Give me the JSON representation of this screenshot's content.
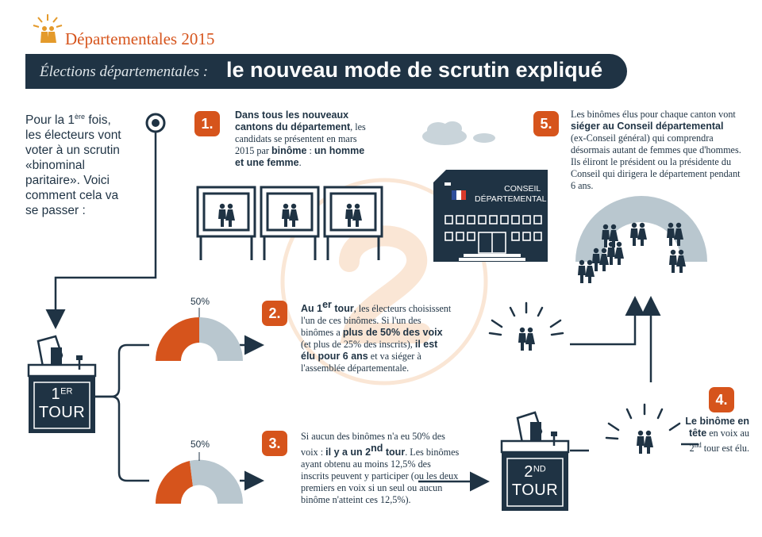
{
  "header": {
    "brand_name": "Départementales 2015",
    "title_italic": "Élections départementales :",
    "title_bold": "le nouveau mode de scrutin expliqué"
  },
  "intro": {
    "line1_a": "Pour la 1",
    "line1_sup": "ère",
    "line1_b": " fois,",
    "rest": "les électeurs vont voter à un scrutin «binominal paritaire». Voici comment cela va se passer :"
  },
  "steps": {
    "s1": {
      "num": "1.",
      "bold1": "Dans tous les nouveaux cantons du département",
      "plain1": ", les candidats se présentent en mars 2015 par ",
      "bold2": "binôme",
      "plain2": " : ",
      "bold3": "un homme et une femme",
      "plain3": "."
    },
    "s2": {
      "num": "2.",
      "bold1": "Au 1",
      "sup1": "er",
      "bold1b": " tour",
      "plain1": ", les électeurs choisissent l'un de ces binômes. Si l'un des binômes a ",
      "bold2": "plus de 50% des voix",
      "plain2": " (et plus de 25% des inscrits), ",
      "bold3": "il est élu pour 6 ans",
      "plain3": " et va siéger à l'assemblée départementale."
    },
    "s3": {
      "num": "3.",
      "plain1": "Si aucun des binômes n'a eu 50% des voix : ",
      "bold1": " il y a un 2",
      "sup1": "nd",
      "bold1b": " tour",
      "plain2": ". Les binômes ayant obtenu au moins 12,5% des inscrits peuvent y participer (ou les deux premiers en voix si un seul ou aucun binôme n'atteint ces 12,5%)."
    },
    "s4": {
      "num": "4.",
      "bold1": "Le binôme en tête",
      "plain1": " en voix au 2",
      "sup1": "nd",
      "plain2": " tour est élu."
    },
    "s5": {
      "num": "5.",
      "plain1": "Les binômes élus pour chaque canton vont ",
      "bold1": "siéger au Conseil départemental",
      "plain2": " (ex-Conseil général) qui comprendra désormais autant de femmes que d'hommes. Ils éliront le président ou la présidente du Conseil qui dirigera le département pendant 6 ans."
    }
  },
  "building": {
    "line1": "CONSEIL",
    "line2": "DÉPARTEMENTAL"
  },
  "tour1": {
    "num": "1",
    "sup": "ER",
    "label": "TOUR"
  },
  "tour2": {
    "num": "2",
    "sup": "ND",
    "label": "TOUR"
  },
  "gauge1": {
    "label": "50%",
    "fill_fraction": 0.5
  },
  "gauge2": {
    "label": "50%",
    "fill_fraction": 0.4
  },
  "colors": {
    "navy": "#1f3344",
    "orange": "#d6541c",
    "grey": "#b9c7cf"
  }
}
